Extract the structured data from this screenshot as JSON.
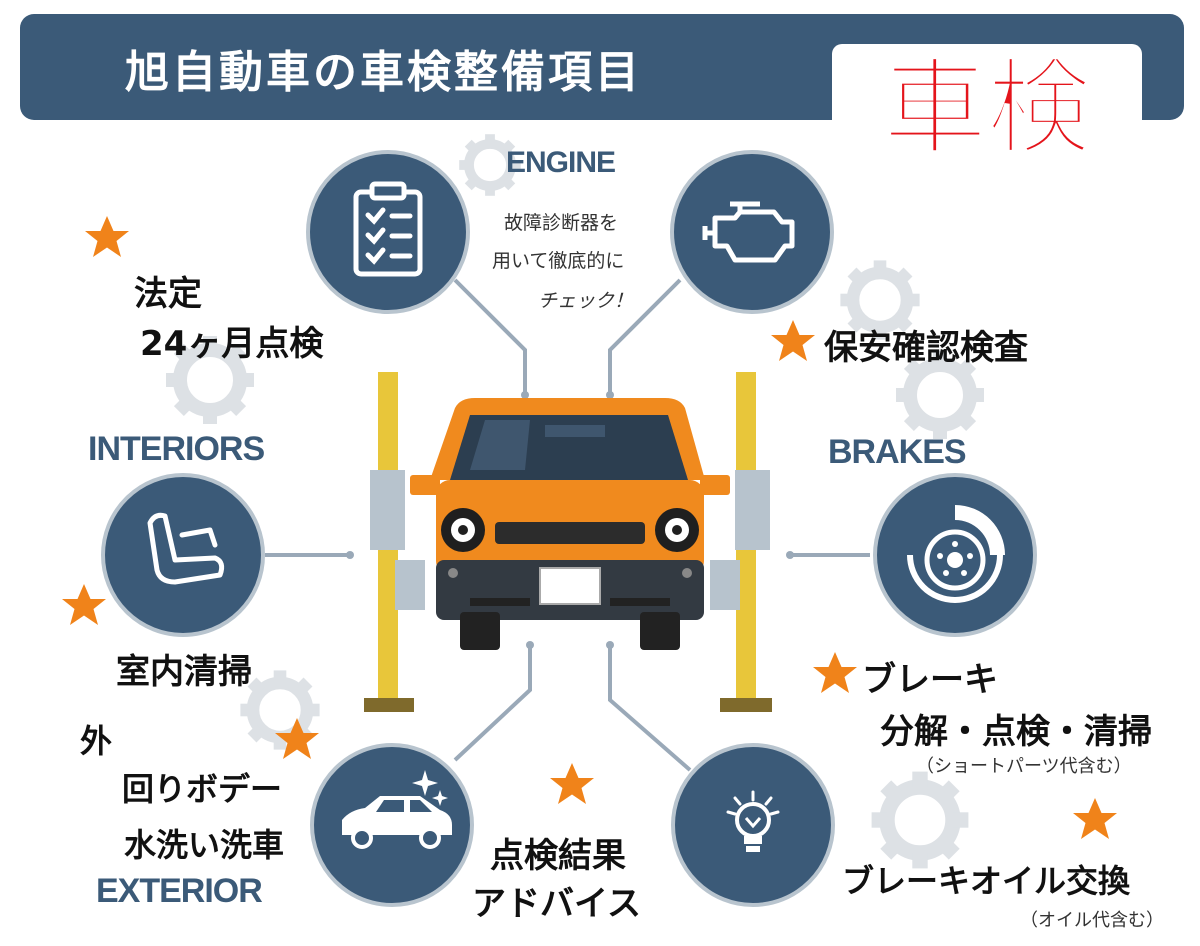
{
  "header": {
    "title": "旭自動車の車検整備項目",
    "badge": "車検"
  },
  "engine": {
    "heading": "ENGINE",
    "note_line1": "故障診断器を",
    "note_line2": "用いて徹底的に",
    "note_line3": "チェック！"
  },
  "legal": {
    "line1": "法定",
    "line2": "24ヶ月点検"
  },
  "safety": {
    "label": "保安確認検査"
  },
  "interiors": {
    "heading": "INTERIORS",
    "label": "室内清掃"
  },
  "brakes": {
    "heading": "BRAKES",
    "line1": "ブレーキ",
    "line2": "分解・点検・清掃",
    "note": "（ショートパーツ代含む）"
  },
  "exterior": {
    "line1": "外",
    "line2": "回りボデー",
    "line3": "水洗い洗車",
    "heading": "EXTERIOR"
  },
  "result": {
    "line1": "点検結果",
    "line2": "アドバイス"
  },
  "brake_oil": {
    "label": "ブレーキオイル交換",
    "note": "（オイル代含む）"
  },
  "colors": {
    "navy": "#3b5a78",
    "orange": "#f08a1e",
    "star": "#f0831a",
    "lift": "#e8c63a",
    "badge_red": "#e4141b"
  }
}
